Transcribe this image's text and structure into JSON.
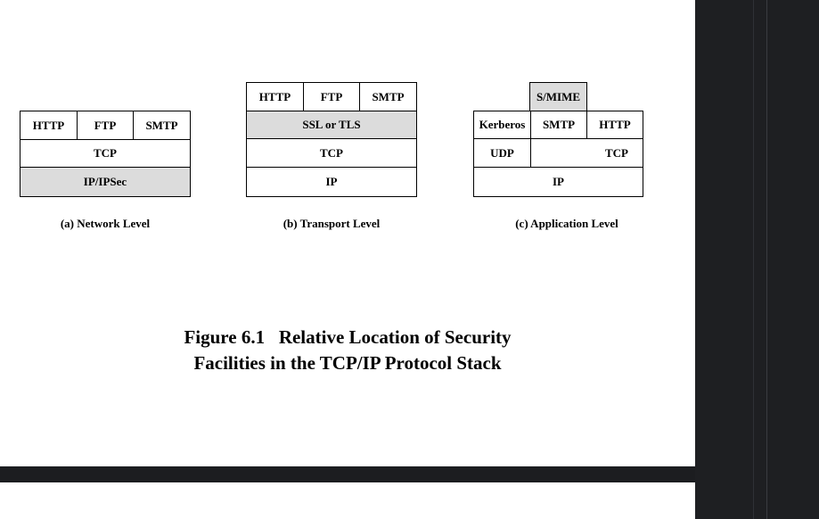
{
  "figure": {
    "caption_line1": "Figure 6.1   Relative Location of Security",
    "caption_line2": "Facilities in the TCP/IP Protocol Stack"
  },
  "network_level": {
    "label": "(a) Network Level",
    "http": "HTTP",
    "ftp": "FTP",
    "smtp": "SMTP",
    "tcp": "TCP",
    "ip": "IP/IPSec"
  },
  "transport_level": {
    "label": "(b) Transport Level",
    "http": "HTTP",
    "ftp": "FTP",
    "smtp": "SMTP",
    "ssl": "SSL or TLS",
    "tcp": "TCP",
    "ip": "IP"
  },
  "application_level": {
    "label": "(c) Application Level",
    "smime": "S/MIME",
    "kerberos": "Kerberos",
    "smtp": "SMTP",
    "http": "HTTP",
    "udp": "UDP",
    "tcp": "TCP",
    "ip": "IP"
  },
  "colors": {
    "highlight": "#dcdcdc",
    "border": "#000000"
  }
}
